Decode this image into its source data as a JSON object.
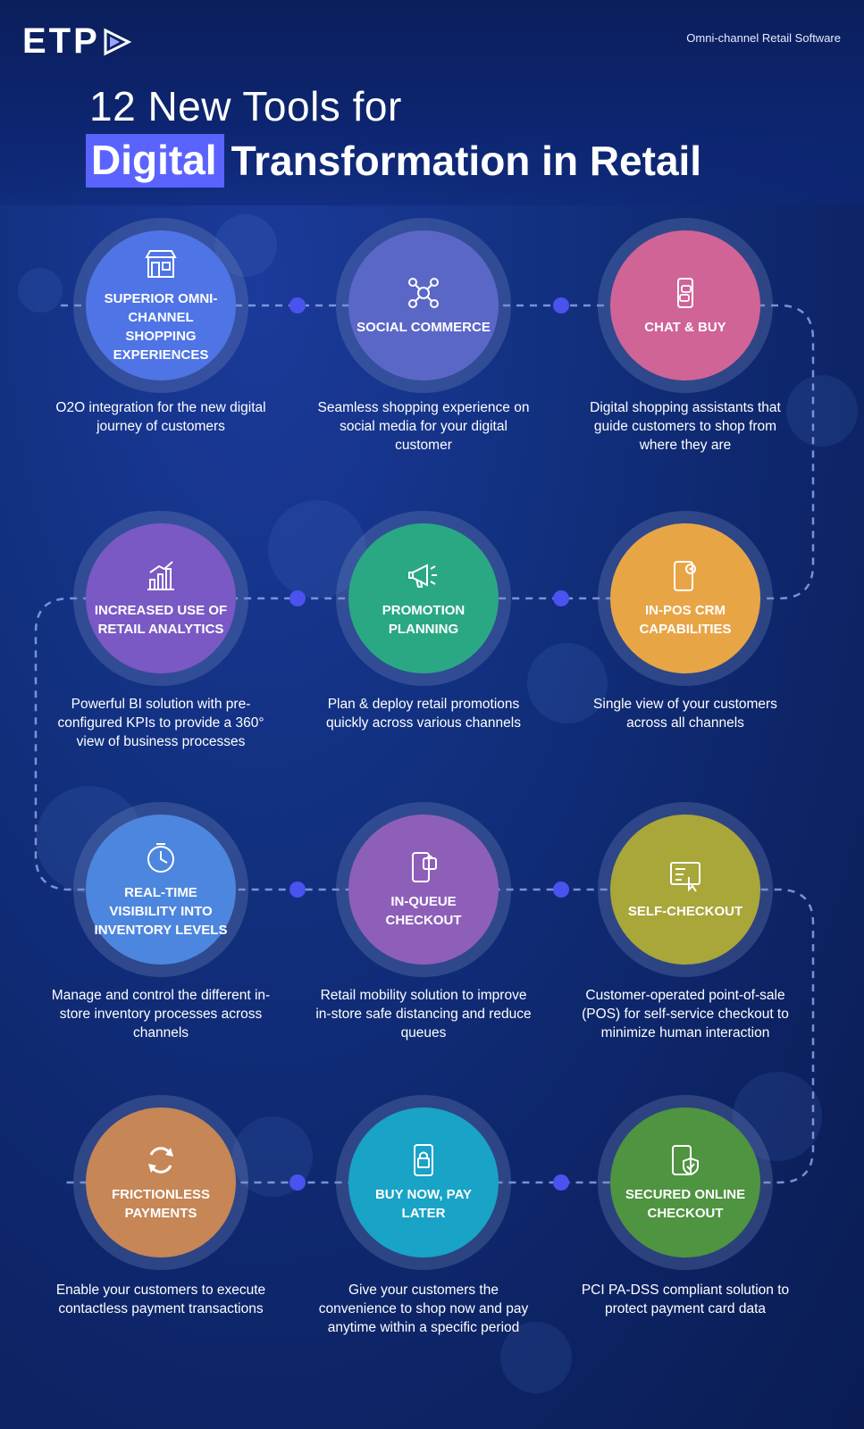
{
  "brand": {
    "logo_text": "ETP",
    "tagline": "Omni-channel Retail Software"
  },
  "title": {
    "line1": "12 New Tools for",
    "highlight": "Digital",
    "rest": "Transformation in Retail"
  },
  "colors": {
    "accent": "#5b63ff",
    "dot": "#4a52f0"
  },
  "tools": [
    {
      "label": "Superior Omni-Channel Shopping Experiences",
      "description": "O2O integration for the new digital journey of customers",
      "color": "#4f74e6",
      "icon": "storefront-icon"
    },
    {
      "label": "Social Commerce",
      "description": "Seamless shopping experience on social media for your digital customer",
      "color": "#5b67c7",
      "icon": "social-network-icon"
    },
    {
      "label": "Chat & Buy",
      "description": "Digital shopping assistants that guide customers to shop from where they are",
      "color": "#d06497",
      "icon": "mobile-chat-icon"
    },
    {
      "label": "Increased Use of Retail Analytics",
      "description": "Powerful BI solution with pre-configured KPIs to provide a 360° view of business processes",
      "color": "#7a59c4",
      "icon": "bar-chart-icon"
    },
    {
      "label": "Promotion Planning",
      "description": "Plan & deploy retail promotions quickly across various channels",
      "color": "#2aa883",
      "icon": "megaphone-icon"
    },
    {
      "label": "In-POS CRM Capabilities",
      "description": "Single view of your customers across all channels",
      "color": "#e8a546",
      "icon": "tablet-gear-icon"
    },
    {
      "label": "Real-Time Visibility into Inventory Levels",
      "description": "Manage and control the different in-store inventory processes across channels",
      "color": "#4d86de",
      "icon": "clock-icon"
    },
    {
      "label": "In-Queue Checkout",
      "description": "Retail mobility solution to improve in-store safe distancing and reduce queues",
      "color": "#8e5fb9",
      "icon": "mobile-bag-icon"
    },
    {
      "label": "Self-Checkout",
      "description": "Customer-operated point-of-sale (POS) for self-service checkout to minimize human interaction",
      "color": "#a9a63a",
      "icon": "touch-screen-icon"
    },
    {
      "label": "Frictionless Payments",
      "description": "Enable your customers to execute contactless payment transactions",
      "color": "#c68656",
      "icon": "sync-arrows-icon"
    },
    {
      "label": "Buy Now, Pay Later",
      "description": "Give your customers the convenience to shop now and pay anytime within a specific period",
      "color": "#19a3c6",
      "icon": "mobile-lock-icon"
    },
    {
      "label": "Secured Online Checkout",
      "description": "PCI PA-DSS compliant solution to protect payment card data",
      "color": "#4f9440",
      "icon": "mobile-shield-icon"
    }
  ]
}
